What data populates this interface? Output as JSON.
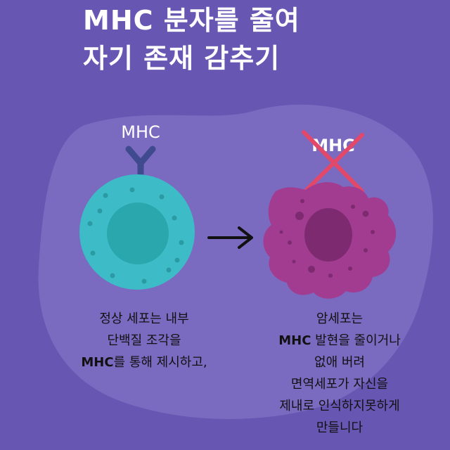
{
  "title": {
    "line1": "MHC 분자를 줄여",
    "line2": "자기 존재 감추기"
  },
  "diagram": {
    "normal_cell": {
      "label": "MHC",
      "cell_color": "#3dbcc7",
      "nucleus_color": "#2aa6ad",
      "receptor_color": "#3f4a8f"
    },
    "cancer_cell": {
      "label": "MHC",
      "cell_color": "#a23c91",
      "nucleus_color": "#7d2a70",
      "cross_color": "#e2486a"
    },
    "arrow_icon": "right-arrow"
  },
  "captions": {
    "left": {
      "line1": "정상 세포는 내부",
      "line2": "단백질 조각을",
      "line3_bold": "MHC",
      "line3_rest": "를 통해 제시하고,"
    },
    "right": {
      "line1": "암세포는",
      "line2_bold": "MHC",
      "line2_rest": " 발현을 줄이거나",
      "line3": "없애 버려",
      "line4": "면역세포가 자신을",
      "line5": "제내로 인식하지못하게",
      "line6": "만들니다"
    }
  },
  "colors": {
    "background": "#6757b3",
    "blob": "#7a6bc1",
    "text_dark": "#111111",
    "title": "#ffffff"
  }
}
